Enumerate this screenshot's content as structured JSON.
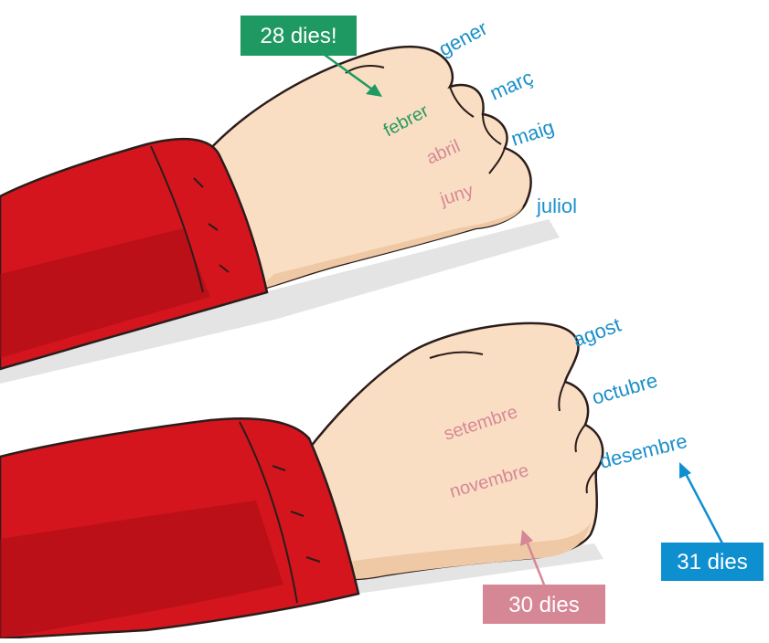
{
  "callouts": {
    "feb": {
      "label": "28 dies!",
      "color": "#1e9961"
    },
    "long": {
      "label": "31 dies",
      "color": "#0e8fd0"
    },
    "short": {
      "label": "30 dies",
      "color": "#d68796"
    }
  },
  "months": {
    "gener": "gener",
    "febrer": "febrer",
    "marc": "març",
    "abril": "abril",
    "maig": "maig",
    "juny": "juny",
    "juliol": "juliol",
    "agost": "agost",
    "setembre": "setembre",
    "octubre": "octubre",
    "novembre": "novembre",
    "desembre": "desembre"
  },
  "colors": {
    "sleeve": "#d4151e",
    "sleeve_shadow": "#a80d15",
    "skin": "#f9dec4",
    "skin_shadow": "#efc9a5",
    "outline": "#2b1d1a"
  }
}
